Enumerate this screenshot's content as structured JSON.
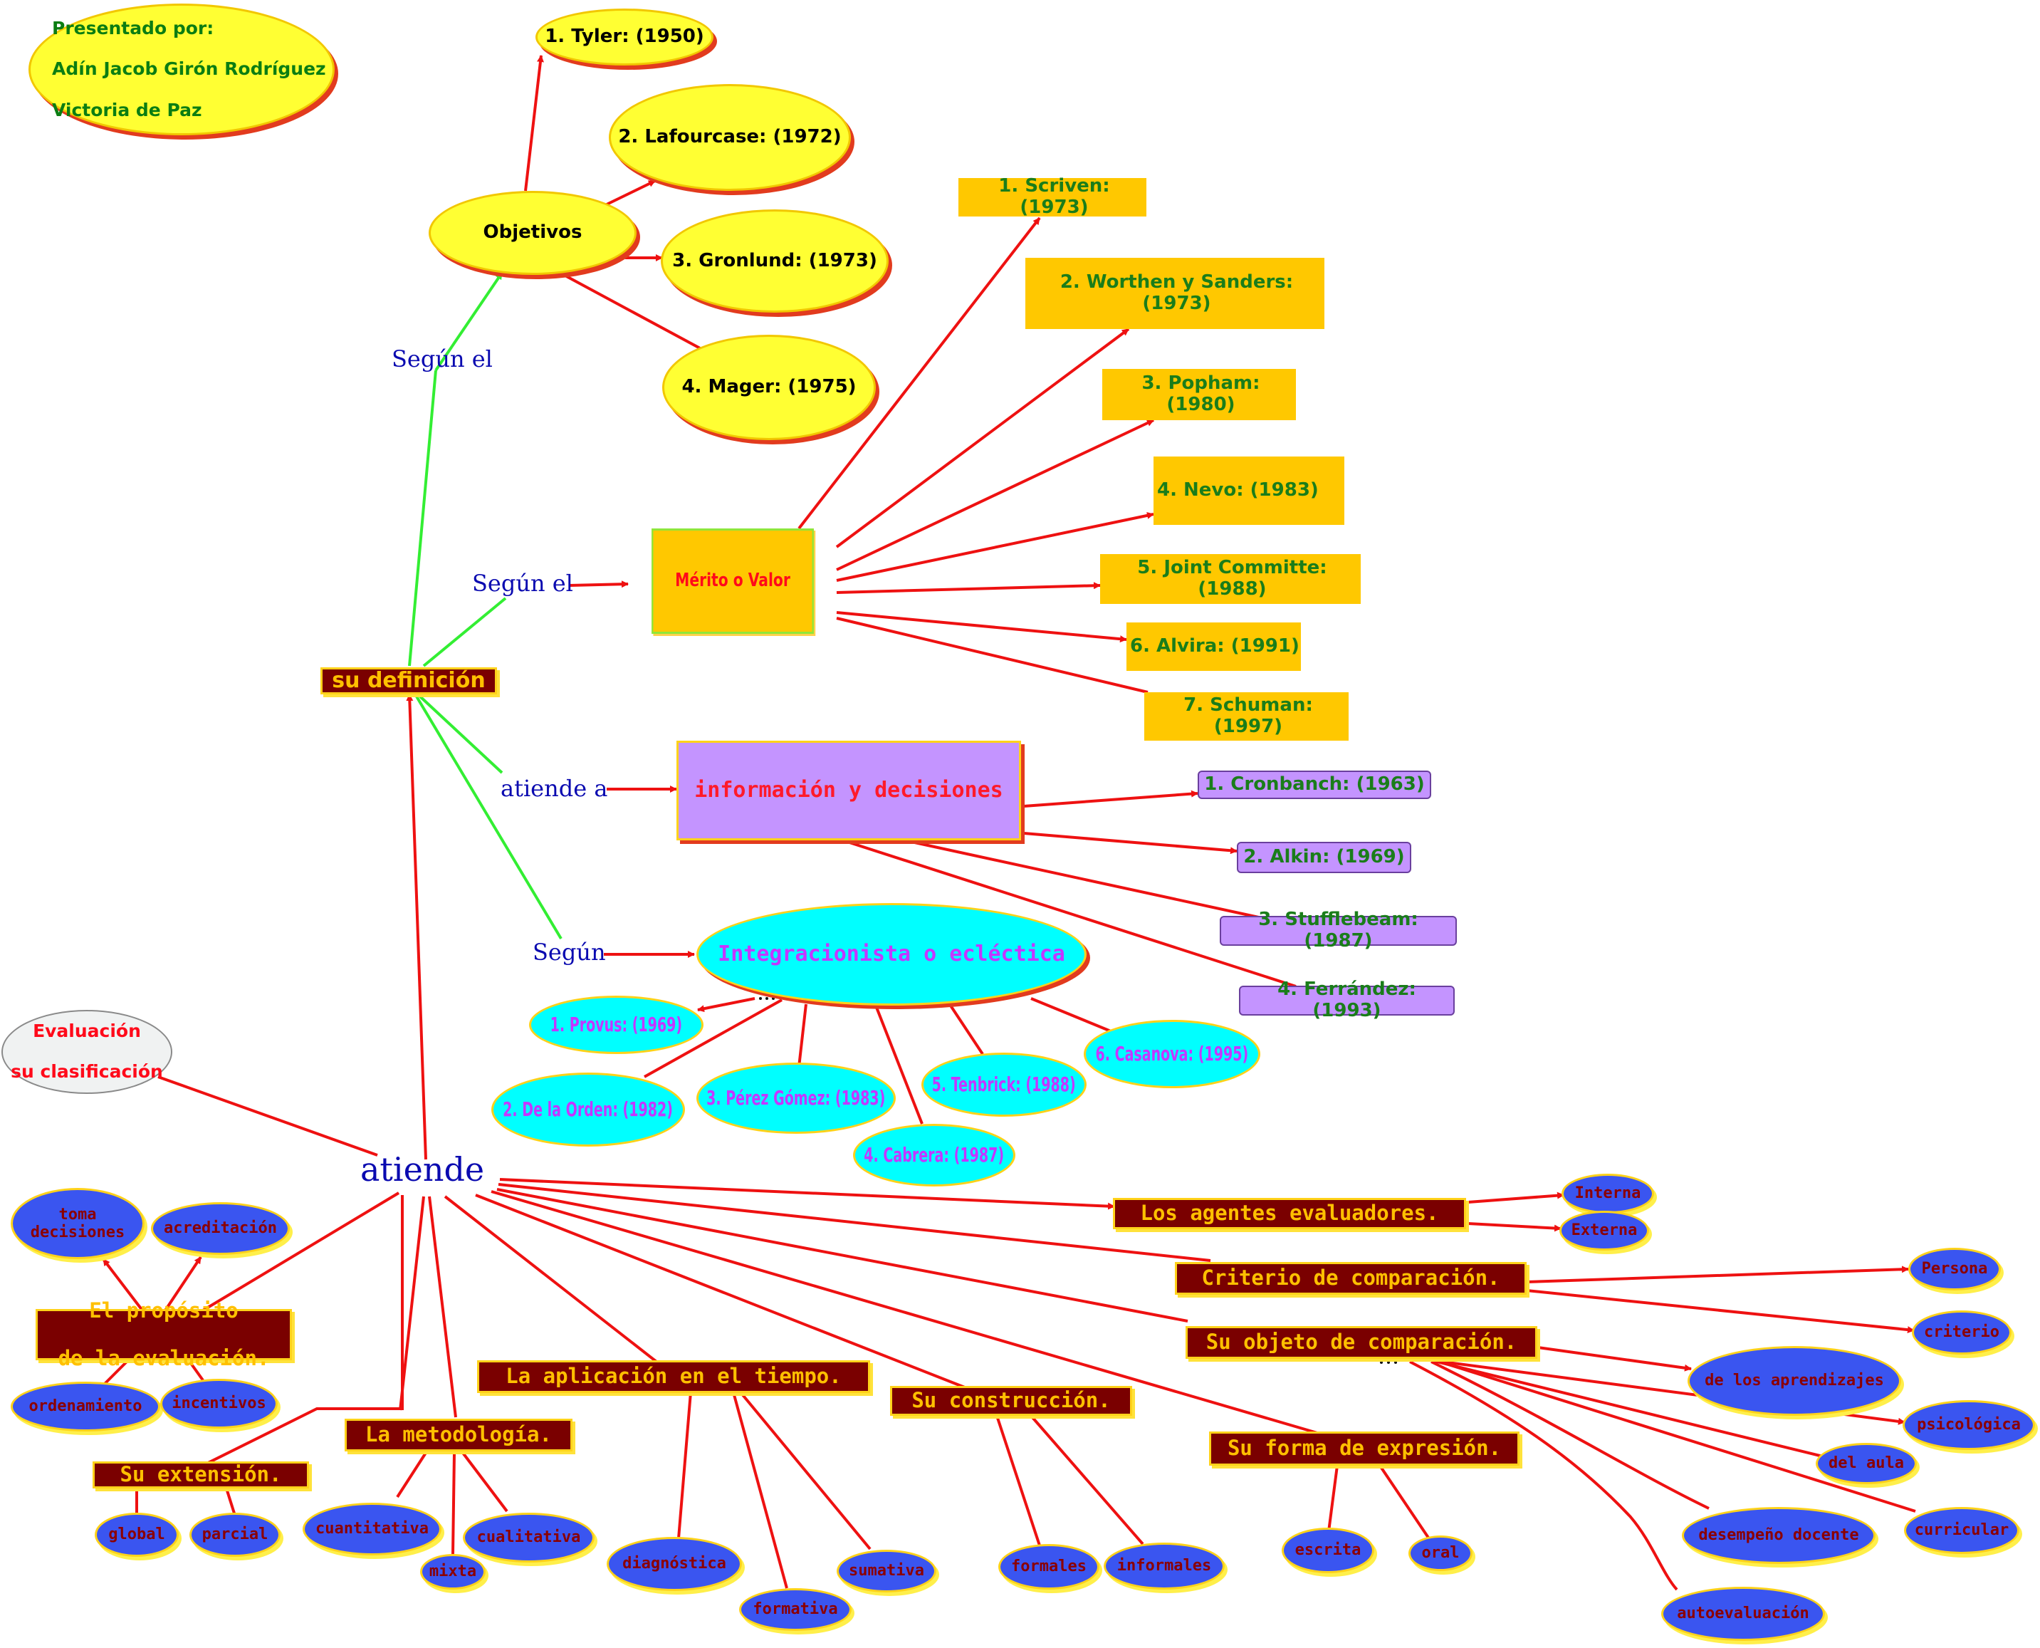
{
  "presenter": {
    "heading": "Presentado por:",
    "name1": "Adín Jacob Girón Rodríguez",
    "name2": "Victoria de Paz"
  },
  "root": {
    "line1": "Evaluación",
    "line2": "su clasificación"
  },
  "center": "atiende",
  "definition": {
    "title": "su definición",
    "link_objetivos": "Según el",
    "link_merito": "Según el",
    "link_info": "atiende a",
    "link_integ": "Según",
    "objetivos": {
      "label": "Objetivos",
      "authors": [
        "1. Tyler: (1950)",
        "2. Lafourcase: (1972)",
        "3. Gronlund: (1973)",
        "4. Mager: (1975)"
      ]
    },
    "merito": {
      "label": "Mérito o Valor",
      "authors": [
        "1. Scriven: (1973)",
        "2. Worthen y Sanders: (1973)",
        "3. Popham: (1980)",
        "4. Nevo: (1983)",
        "5. Joint Committe: (1988)",
        "6. Alvira: (1991)",
        "7. Schuman: (1997)"
      ]
    },
    "info": {
      "label": "información y decisiones",
      "authors": [
        "1. Cronbanch: (1963)",
        "2. Alkin: (1969)",
        "3. Stufflebeam: (1987)",
        "4. Ferrández: (1993)"
      ]
    },
    "integ": {
      "label": "Integracionista o ecléctica",
      "authors": [
        "1. Provus: (1969)",
        "2. De la Orden: (1982)",
        "3. Pérez Gómez: (1983)",
        "4. Cabrera: (1987)",
        "5. Tenbrick: (1988)",
        "6. Casanova: (1995)"
      ]
    }
  },
  "categories": {
    "agentes": {
      "label": "Los agentes evaluadores.",
      "items": [
        "Interna",
        "Externa"
      ]
    },
    "criterio": {
      "label": "Criterio de comparación.",
      "items": [
        "Persona",
        "criterio"
      ]
    },
    "objeto": {
      "label": "Su objeto de comparación.",
      "items": [
        "de los aprendizajes",
        "psicológica",
        "del aula",
        "curricular",
        "desempeño docente",
        "autoevaluación"
      ]
    },
    "forma": {
      "label": "Su forma de expresión.",
      "items": [
        "escrita",
        "oral"
      ]
    },
    "construccion": {
      "label": "Su construcción.",
      "items": [
        "formales",
        "informales"
      ]
    },
    "aplicacion": {
      "label": "La aplicación en el tiempo.",
      "items": [
        "diagnóstica",
        "formativa",
        "sumativa"
      ]
    },
    "metodologia": {
      "label": "La metodología.",
      "items": [
        "cuantitativa",
        "mixta",
        "cualitativa"
      ]
    },
    "extension": {
      "label": "Su extensión.",
      "items": [
        "global",
        "parcial"
      ]
    },
    "proposito": {
      "line1": "El propósito",
      "line2": "de la evaluación.",
      "items": [
        "toma decisiones",
        "acreditación",
        "ordenamiento",
        "incentivos"
      ]
    }
  },
  "colors": {
    "link": "#ee1111",
    "definition_link": "#33ee33",
    "label_text": "#0a0ab0",
    "yellow_node": "#ffff33",
    "orange_node": "#ffc800",
    "purple_node": "#c494ff",
    "cyan_node": "#00ffff",
    "blue_node": "#3a55f0",
    "brown_node": "#7a0000"
  }
}
